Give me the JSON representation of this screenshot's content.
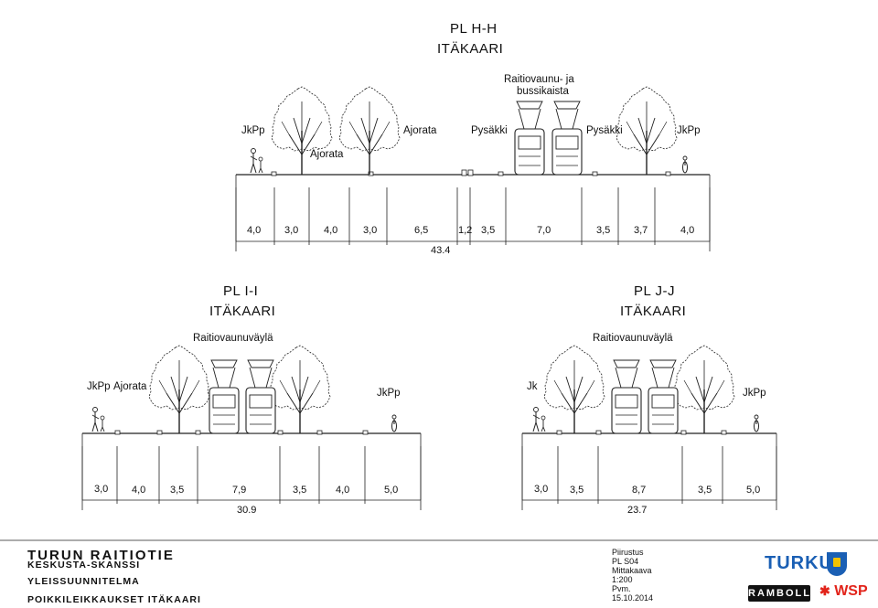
{
  "section_hh": {
    "title_1": "PL H-H",
    "title_2": "ITÄKAARI",
    "note_1": "Raitiovaunu- ja",
    "note_2": "bussikaista",
    "labels": [
      "JkPp",
      "Ajorata",
      "Ajorata",
      "Pysäkki",
      "Pysäkki",
      "JkPp"
    ],
    "dims": [
      "4,0",
      "3,0",
      "4,0",
      "3,0",
      "6,5",
      "1,2",
      "3,5",
      "7,0",
      "3,5",
      "3,7",
      "4,0"
    ],
    "total": "43.4"
  },
  "section_ii": {
    "title_1": "PL I-I",
    "title_2": "ITÄKAARI",
    "note": "Raitiovaunuväylä",
    "labels": [
      "JkPp",
      "Ajorata",
      "JkPp"
    ],
    "dims": [
      "3,0",
      "4,0",
      "3,5",
      "7,9",
      "3,5",
      "4,0",
      "5,0"
    ],
    "total": "30.9"
  },
  "section_jj": {
    "title_1": "PL J-J",
    "title_2": "ITÄKAARI",
    "note": "Raitiovaunuväylä",
    "labels": [
      "Jk",
      "JkPp"
    ],
    "dims": [
      "3,0",
      "3,5",
      "8,7",
      "3,5",
      "5,0"
    ],
    "total": "23.7"
  },
  "title_block": {
    "project": "TURUN RAITIOTIE",
    "subtitle": "KESKUSTA-SKANSSI",
    "plan": "YLEISSUUNNITELMA",
    "sheet": "POIKKILEIKKAUKSET ITÄKAARI",
    "piirustus_label": "Piirustus",
    "piirustus_value": "PL S04",
    "mittakaava_label": "Mittakaava",
    "mittakaava_value": "1:200",
    "pvm_label": "Pvm.",
    "pvm_value": "15.10.2014"
  },
  "logos": {
    "turku": "TURKU",
    "ramboll": "RAMBOLL",
    "wsp": "WSP",
    "turku_color": "#1a5fb4",
    "wsp_color": "#e2231a"
  }
}
